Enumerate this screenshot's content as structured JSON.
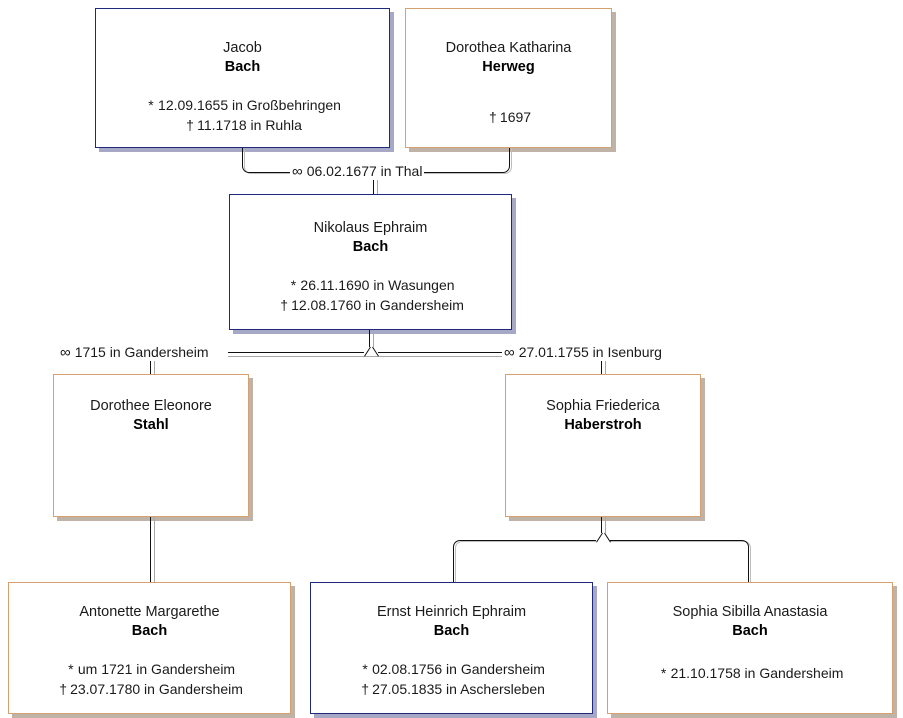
{
  "meta": {
    "title": "Bach family genealogy chart",
    "colors": {
      "male_border": "#1f2a7a",
      "female_border": "#d6a071",
      "male_shadow": "#a7a7c6",
      "female_shadow": "#bfb2a7",
      "line": "#111111",
      "background": "#ffffff"
    },
    "symbols": {
      "birth": "*",
      "death": "†",
      "marriage": "∞"
    }
  },
  "persons": [
    {
      "id": "jacob-bach",
      "sex": "male",
      "given": "Jacob",
      "surname": "Bach",
      "events": [
        {
          "symbol": "*",
          "text": "12.09.1655 in Großbehringen"
        },
        {
          "symbol": "†",
          "text": "11.1718 in Ruhla"
        }
      ]
    },
    {
      "id": "dorothea-katharina-herweg",
      "sex": "female",
      "given": "Dorothea Katharina",
      "surname": "Herweg",
      "events": [
        {
          "symbol": "†",
          "text": "1697"
        }
      ]
    },
    {
      "id": "nikolaus-ephraim-bach",
      "sex": "male",
      "given": "Nikolaus Ephraim",
      "surname": "Bach",
      "events": [
        {
          "symbol": "*",
          "text": "26.11.1690 in Wasungen"
        },
        {
          "symbol": "†",
          "text": "12.08.1760 in Gandersheim"
        }
      ]
    },
    {
      "id": "dorothee-eleonore-stahl",
      "sex": "female",
      "given": "Dorothee Eleonore",
      "surname": "Stahl",
      "events": []
    },
    {
      "id": "sophia-friederica-haberstroh",
      "sex": "female",
      "given": "Sophia Friederica",
      "surname": "Haberstroh",
      "events": []
    },
    {
      "id": "antonette-margarethe-bach",
      "sex": "female",
      "given": "Antonette Margarethe",
      "surname": "Bach",
      "events": [
        {
          "symbol": "*",
          "text": "um 1721 in Gandersheim"
        },
        {
          "symbol": "†",
          "text": "23.07.1780 in Gandersheim"
        }
      ]
    },
    {
      "id": "ernst-heinrich-ephraim-bach",
      "sex": "male",
      "given": "Ernst Heinrich Ephraim",
      "surname": "Bach",
      "events": [
        {
          "symbol": "*",
          "text": "02.08.1756 in Gandersheim"
        },
        {
          "symbol": "†",
          "text": "27.05.1835 in Aschersleben"
        }
      ]
    },
    {
      "id": "sophia-sibilla-anastasia-bach",
      "sex": "female",
      "given": "Sophia Sibilla Anastasia",
      "surname": "Bach",
      "events": [
        {
          "symbol": "*",
          "text": "21.10.1758 in Gandersheim"
        }
      ]
    }
  ],
  "marriages": [
    {
      "id": "m1",
      "glyph": "∞",
      "label": "06.02.1677 in Thal"
    },
    {
      "id": "m2",
      "glyph": "∞",
      "label": "1715 in Gandersheim"
    },
    {
      "id": "m3",
      "glyph": "∞",
      "label": "27.01.1755 in Isenburg"
    }
  ]
}
